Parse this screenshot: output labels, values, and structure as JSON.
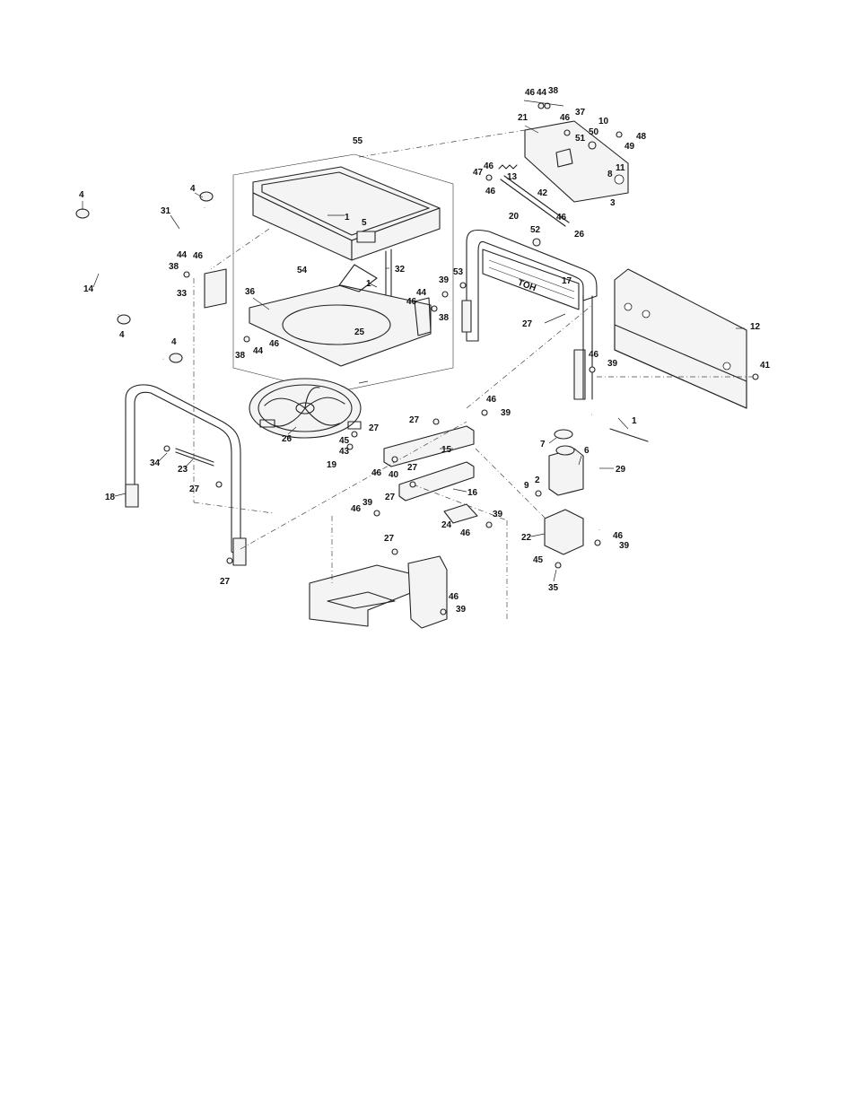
{
  "callouts": [
    {
      "id": "46a",
      "label": "46"
    },
    {
      "id": "44a",
      "label": "44"
    },
    {
      "id": "38a",
      "label": "38"
    },
    {
      "id": "37",
      "label": "37"
    },
    {
      "id": "21",
      "label": "21"
    },
    {
      "id": "46b",
      "label": "46"
    },
    {
      "id": "10",
      "label": "10"
    },
    {
      "id": "50",
      "label": "50"
    },
    {
      "id": "51",
      "label": "51"
    },
    {
      "id": "48",
      "label": "48"
    },
    {
      "id": "49",
      "label": "49"
    },
    {
      "id": "47",
      "label": "47"
    },
    {
      "id": "46c",
      "label": "46"
    },
    {
      "id": "13",
      "label": "13"
    },
    {
      "id": "46d",
      "label": "46"
    },
    {
      "id": "42",
      "label": "42"
    },
    {
      "id": "8",
      "label": "8"
    },
    {
      "id": "11",
      "label": "11"
    },
    {
      "id": "3",
      "label": "3"
    },
    {
      "id": "20",
      "label": "20"
    },
    {
      "id": "46e",
      "label": "46"
    },
    {
      "id": "26a",
      "label": "26"
    },
    {
      "id": "55",
      "label": "55"
    },
    {
      "id": "4a",
      "label": "4"
    },
    {
      "id": "4b",
      "label": "4"
    },
    {
      "id": "31",
      "label": "31"
    },
    {
      "id": "1a",
      "label": "1"
    },
    {
      "id": "5",
      "label": "5"
    },
    {
      "id": "52",
      "label": "52"
    },
    {
      "id": "44b",
      "label": "44"
    },
    {
      "id": "46f",
      "label": "46"
    },
    {
      "id": "38b",
      "label": "38"
    },
    {
      "id": "14",
      "label": "14"
    },
    {
      "id": "54",
      "label": "54"
    },
    {
      "id": "32",
      "label": "32"
    },
    {
      "id": "53",
      "label": "53"
    },
    {
      "id": "17",
      "label": "17"
    },
    {
      "id": "33",
      "label": "33"
    },
    {
      "id": "39a",
      "label": "39"
    },
    {
      "id": "1b",
      "label": "1"
    },
    {
      "id": "36",
      "label": "36"
    },
    {
      "id": "44c",
      "label": "44"
    },
    {
      "id": "46g",
      "label": "46"
    },
    {
      "id": "38c",
      "label": "38"
    },
    {
      "id": "27a",
      "label": "27"
    },
    {
      "id": "12",
      "label": "12"
    },
    {
      "id": "4c",
      "label": "4"
    },
    {
      "id": "25",
      "label": "25"
    },
    {
      "id": "38d",
      "label": "38"
    },
    {
      "id": "44d",
      "label": "44"
    },
    {
      "id": "46h",
      "label": "46"
    },
    {
      "id": "4d",
      "label": "4"
    },
    {
      "id": "46i",
      "label": "46"
    },
    {
      "id": "39b",
      "label": "39"
    },
    {
      "id": "41",
      "label": "41"
    },
    {
      "id": "46j",
      "label": "46"
    },
    {
      "id": "39c",
      "label": "39"
    },
    {
      "id": "27b",
      "label": "27"
    },
    {
      "id": "1c",
      "label": "1"
    },
    {
      "id": "27c",
      "label": "27"
    },
    {
      "id": "26b",
      "label": "26"
    },
    {
      "id": "45a",
      "label": "45"
    },
    {
      "id": "43",
      "label": "43"
    },
    {
      "id": "15",
      "label": "15"
    },
    {
      "id": "7",
      "label": "7"
    },
    {
      "id": "6",
      "label": "6"
    },
    {
      "id": "19",
      "label": "19"
    },
    {
      "id": "34",
      "label": "34"
    },
    {
      "id": "23",
      "label": "23"
    },
    {
      "id": "46k",
      "label": "46"
    },
    {
      "id": "40",
      "label": "40"
    },
    {
      "id": "27d",
      "label": "27"
    },
    {
      "id": "29",
      "label": "29"
    },
    {
      "id": "2",
      "label": "2"
    },
    {
      "id": "9",
      "label": "9"
    },
    {
      "id": "18",
      "label": "18"
    },
    {
      "id": "27e",
      "label": "27"
    },
    {
      "id": "27f",
      "label": "27"
    },
    {
      "id": "16",
      "label": "16"
    },
    {
      "id": "39d",
      "label": "39"
    },
    {
      "id": "46l",
      "label": "46"
    },
    {
      "id": "39e",
      "label": "39"
    },
    {
      "id": "24",
      "label": "24"
    },
    {
      "id": "46m",
      "label": "46"
    },
    {
      "id": "22",
      "label": "22"
    },
    {
      "id": "46n",
      "label": "46"
    },
    {
      "id": "39f",
      "label": "39"
    },
    {
      "id": "27g",
      "label": "27"
    },
    {
      "id": "45b",
      "label": "45"
    },
    {
      "id": "35",
      "label": "35"
    },
    {
      "id": "27h",
      "label": "27"
    },
    {
      "id": "46o",
      "label": "46"
    },
    {
      "id": "39g",
      "label": "39"
    }
  ],
  "panel_lettering": "TOH"
}
